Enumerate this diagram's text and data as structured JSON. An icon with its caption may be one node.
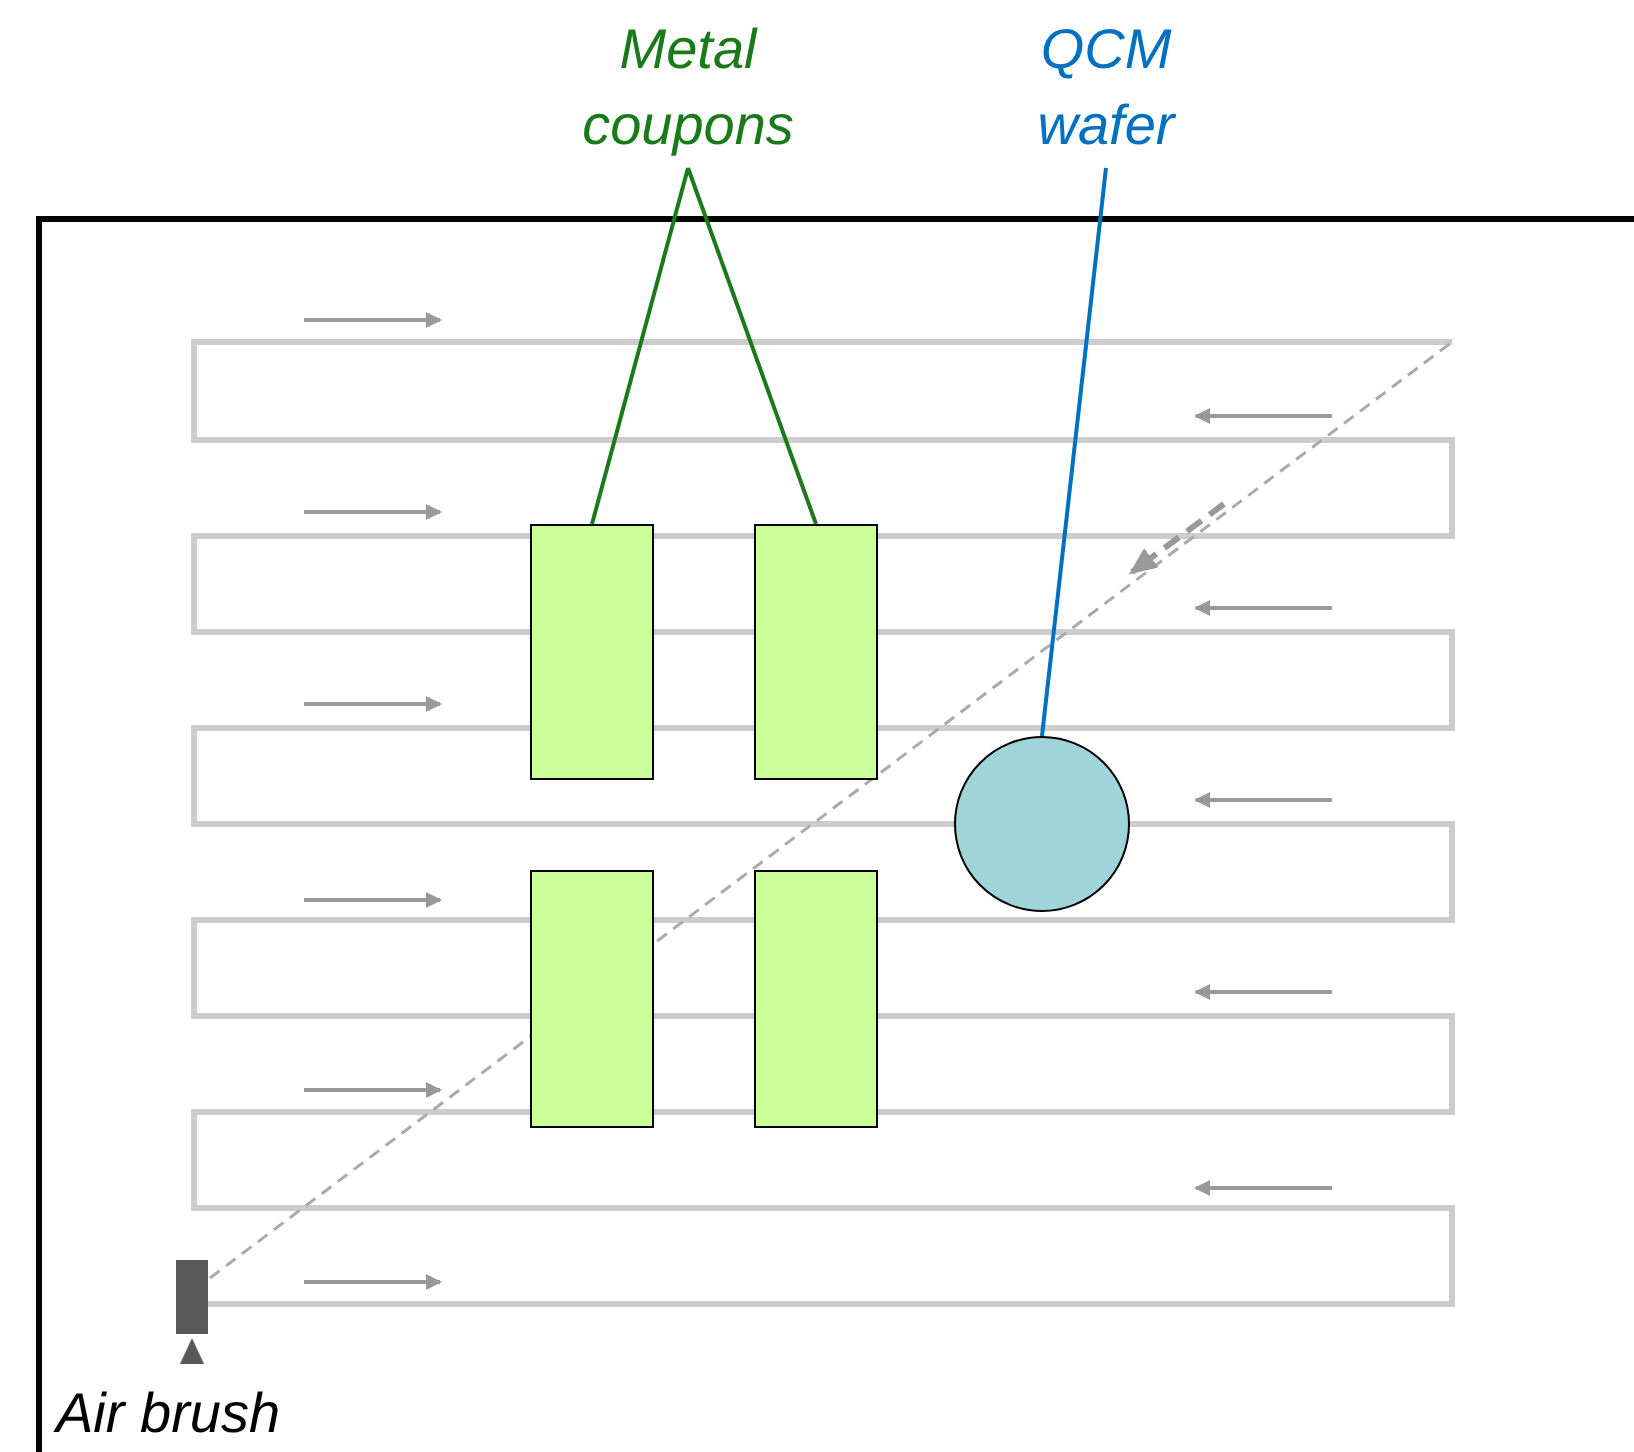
{
  "diagram": {
    "nodes": [
      {
        "text": [
          "Metal coupons"
        ]
      },
      {
        "text": [
          "QCM wafer"
        ]
      },
      {
        "text": [],
        "shape": "box"
      },
      {
        "text": [],
        "shape": "box"
      },
      {
        "text": [],
        "shape": "box"
      },
      {
        "text": [],
        "shape": "box"
      },
      {
        "text": [],
        "shape": "circle"
      }
    ],
    "edges": [
      {
        "from": 0,
        "to": 2,
        "arrow": "none",
        "color": "#1a7a1a"
      },
      {
        "from": 0,
        "to": 3,
        "arrow": "none",
        "color": "#1a7a1a"
      },
      {
        "from": 1,
        "to": 6,
        "arrow": "none",
        "color": "#0070c0"
      }
    ],
    "labels": [
      "Air brush"
    ]
  }
}
